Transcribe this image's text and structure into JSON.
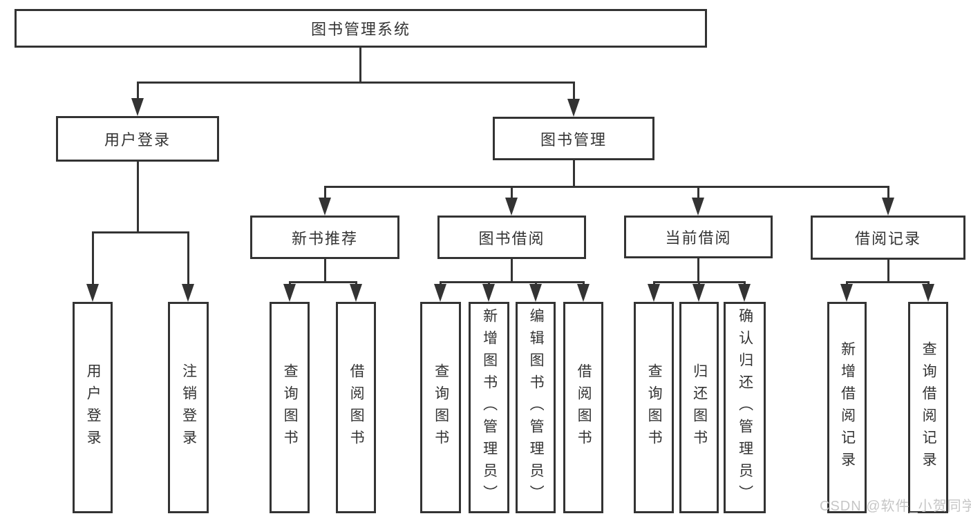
{
  "colors": {
    "line": "#333333",
    "text": "#333333",
    "watermark": "#c6c6c6",
    "background": "#ffffff"
  },
  "tree": {
    "root": "图书管理系统",
    "level1": [
      {
        "label": "用户登录",
        "children": [
          "用户登录",
          "注销登录"
        ]
      },
      {
        "label": "图书管理"
      }
    ],
    "level2": [
      {
        "label": "新书推荐",
        "children": [
          "查询图书",
          "借阅图书"
        ]
      },
      {
        "label": "图书借阅",
        "children": [
          "查询图书",
          "新增图书（管理员）",
          "编辑图书（管理员）",
          "借阅图书"
        ]
      },
      {
        "label": "当前借阅",
        "children": [
          "查询图书",
          "归还图书",
          "确认归还（管理员）"
        ]
      },
      {
        "label": "借阅记录",
        "children": [
          "新增借阅记录",
          "查询借阅记录"
        ]
      }
    ]
  },
  "watermark": "CSDN @软件_小贺同学"
}
